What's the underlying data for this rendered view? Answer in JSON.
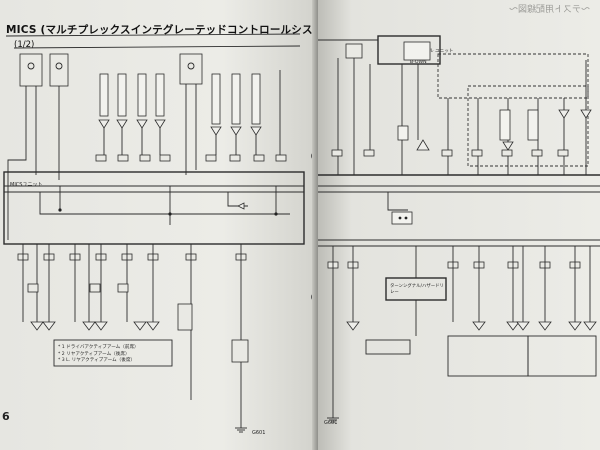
{
  "left_page": {
    "title": "MICS (マルチプレックスインテグレーテッドコントロールシステム)",
    "subtitle": "(1/2)",
    "page_number": "6",
    "unit_label": "MICSユニット",
    "legend_lines": [
      "* 1 ドライバアクティブアーム（前席）",
      "* 2 リヤアクティブアーム（後席）",
      "* 3 L. リヤアクティブアーム（後席）"
    ],
    "ground_label": "G601"
  },
  "right_page": {
    "module_label": "コントロール ユニット",
    "relay_label": "ターンシグナル/ハザードリレー",
    "ground_label": "G601",
    "connector_label": "B-OWN"
  },
  "colors": {
    "paper": "#e9e9e4",
    "ink": "#2c2c2c",
    "background": "#3a3a3a"
  }
}
